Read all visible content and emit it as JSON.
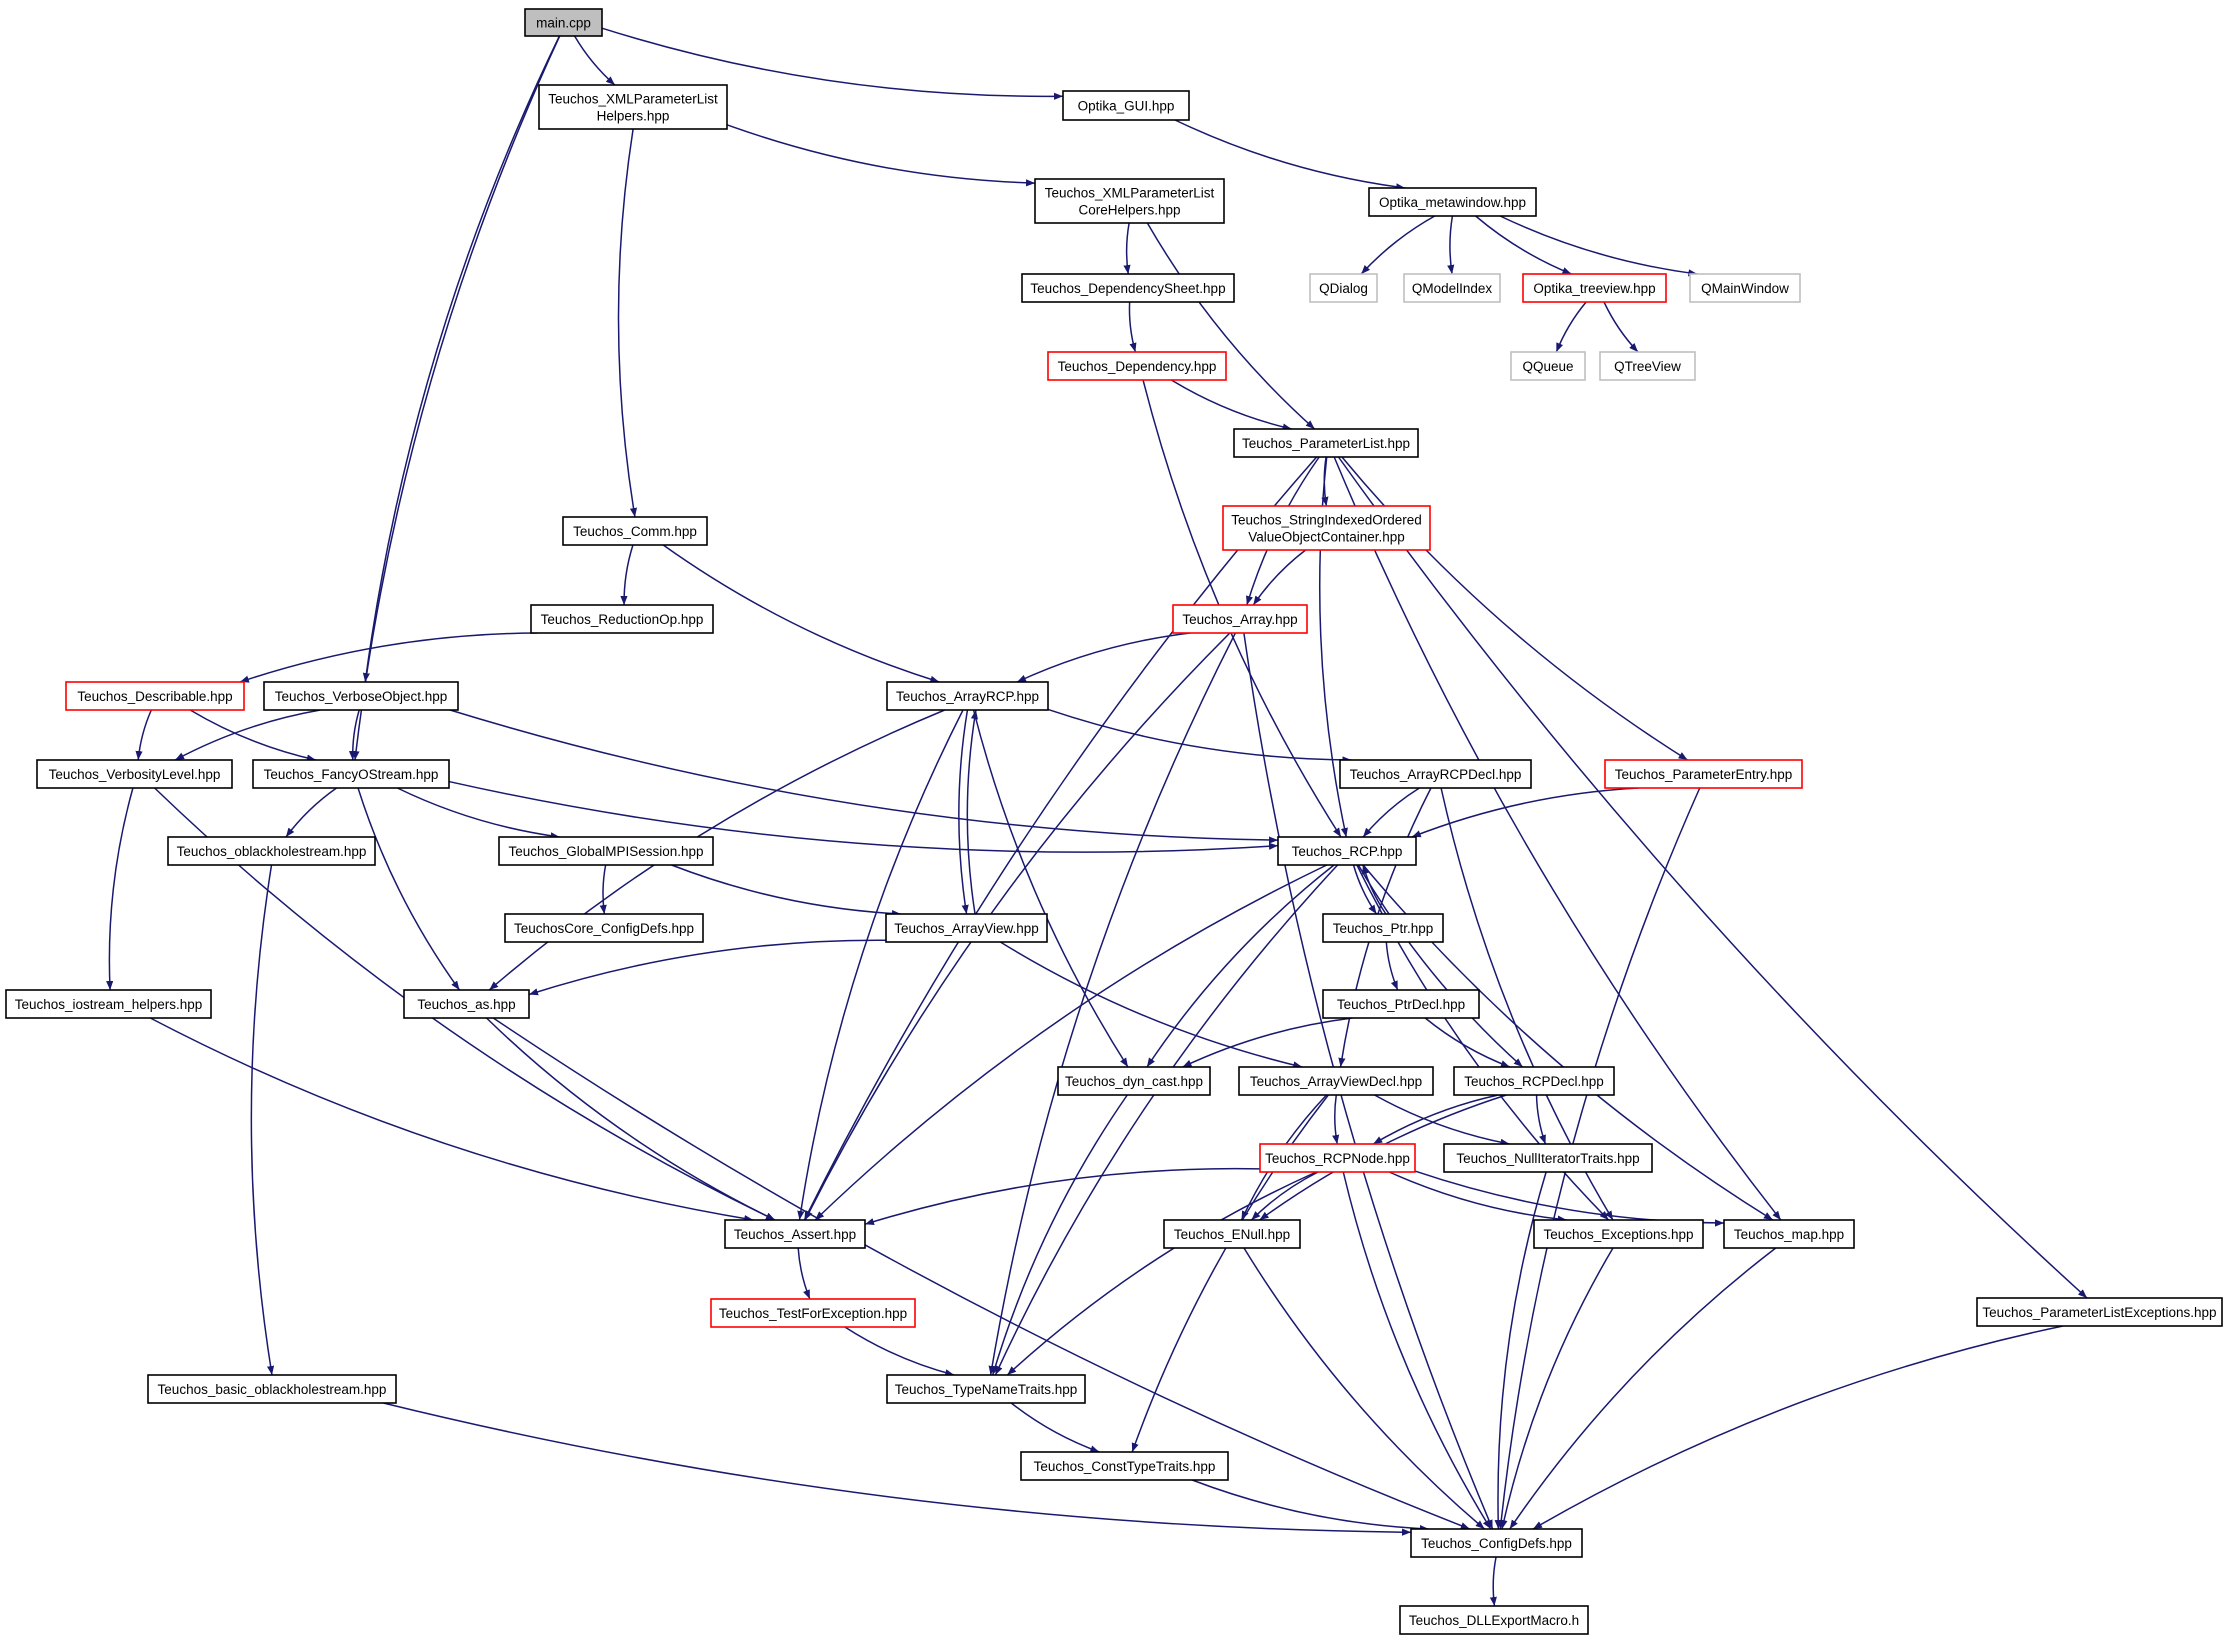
{
  "colors": {
    "edge": "#191970",
    "default_border": "#000000",
    "red_border": "#ff0000",
    "gray_border": "#bfbfbf",
    "root_fill": "#bfbfbf",
    "node_fill": "#ffffff"
  },
  "nodes": [
    {
      "id": "main",
      "lines": [
        "main.cpp"
      ],
      "style": "root"
    },
    {
      "id": "xmlhelpers",
      "lines": [
        "Teuchos_XMLParameterList",
        "Helpers.hpp"
      ],
      "style": "normal"
    },
    {
      "id": "optikagui",
      "lines": [
        "Optika_GUI.hpp"
      ],
      "style": "normal"
    },
    {
      "id": "xmlcore",
      "lines": [
        "Teuchos_XMLParameterList",
        "CoreHelpers.hpp"
      ],
      "style": "normal"
    },
    {
      "id": "metawindow",
      "lines": [
        "Optika_metawindow.hpp"
      ],
      "style": "normal"
    },
    {
      "id": "qdialog",
      "lines": [
        "QDialog"
      ],
      "style": "gray"
    },
    {
      "id": "qmodelindex",
      "lines": [
        "QModelIndex"
      ],
      "style": "gray"
    },
    {
      "id": "treeview",
      "lines": [
        "Optika_treeview.hpp"
      ],
      "style": "red"
    },
    {
      "id": "qmainwindow",
      "lines": [
        "QMainWindow"
      ],
      "style": "gray"
    },
    {
      "id": "depsheet",
      "lines": [
        "Teuchos_DependencySheet.hpp"
      ],
      "style": "normal"
    },
    {
      "id": "qqueue",
      "lines": [
        "QQueue"
      ],
      "style": "gray"
    },
    {
      "id": "qtreeview",
      "lines": [
        "QTreeView"
      ],
      "style": "gray"
    },
    {
      "id": "dependency",
      "lines": [
        "Teuchos_Dependency.hpp"
      ],
      "style": "red"
    },
    {
      "id": "paramlist",
      "lines": [
        "Teuchos_ParameterList.hpp"
      ],
      "style": "normal"
    },
    {
      "id": "stringindexed",
      "lines": [
        "Teuchos_StringIndexedOrdered",
        "ValueObjectContainer.hpp"
      ],
      "style": "red"
    },
    {
      "id": "comm",
      "lines": [
        "Teuchos_Comm.hpp"
      ],
      "style": "normal"
    },
    {
      "id": "reductionop",
      "lines": [
        "Teuchos_ReductionOp.hpp"
      ],
      "style": "normal"
    },
    {
      "id": "array",
      "lines": [
        "Teuchos_Array.hpp"
      ],
      "style": "red"
    },
    {
      "id": "describable",
      "lines": [
        "Teuchos_Describable.hpp"
      ],
      "style": "red"
    },
    {
      "id": "verboseobject",
      "lines": [
        "Teuchos_VerboseObject.hpp"
      ],
      "style": "normal"
    },
    {
      "id": "arrayrcp",
      "lines": [
        "Teuchos_ArrayRCP.hpp"
      ],
      "style": "normal"
    },
    {
      "id": "verbositylevel",
      "lines": [
        "Teuchos_VerbosityLevel.hpp"
      ],
      "style": "normal"
    },
    {
      "id": "fancyostream",
      "lines": [
        "Teuchos_FancyOStream.hpp"
      ],
      "style": "normal"
    },
    {
      "id": "arrayrcpdecl",
      "lines": [
        "Teuchos_ArrayRCPDecl.hpp"
      ],
      "style": "normal"
    },
    {
      "id": "paramentry",
      "lines": [
        "Teuchos_ParameterEntry.hpp"
      ],
      "style": "red"
    },
    {
      "id": "oblackhole",
      "lines": [
        "Teuchos_oblackholestream.hpp"
      ],
      "style": "normal"
    },
    {
      "id": "globalmpi",
      "lines": [
        "Teuchos_GlobalMPISession.hpp"
      ],
      "style": "normal"
    },
    {
      "id": "rcp",
      "lines": [
        "Teuchos_RCP.hpp"
      ],
      "style": "normal"
    },
    {
      "id": "coreconfig",
      "lines": [
        "TeuchosCore_ConfigDefs.hpp"
      ],
      "style": "normal"
    },
    {
      "id": "arrayview",
      "lines": [
        "Teuchos_ArrayView.hpp"
      ],
      "style": "normal"
    },
    {
      "id": "ptr",
      "lines": [
        "Teuchos_Ptr.hpp"
      ],
      "style": "normal"
    },
    {
      "id": "iostreamhelpers",
      "lines": [
        "Teuchos_iostream_helpers.hpp"
      ],
      "style": "normal"
    },
    {
      "id": "as",
      "lines": [
        "Teuchos_as.hpp"
      ],
      "style": "normal"
    },
    {
      "id": "ptrdecl",
      "lines": [
        "Teuchos_PtrDecl.hpp"
      ],
      "style": "normal"
    },
    {
      "id": "dyncast",
      "lines": [
        "Teuchos_dyn_cast.hpp"
      ],
      "style": "normal"
    },
    {
      "id": "arrayviewdecl",
      "lines": [
        "Teuchos_ArrayViewDecl.hpp"
      ],
      "style": "normal"
    },
    {
      "id": "rcpdecl",
      "lines": [
        "Teuchos_RCPDecl.hpp"
      ],
      "style": "normal"
    },
    {
      "id": "rcpnode",
      "lines": [
        "Teuchos_RCPNode.hpp"
      ],
      "style": "red"
    },
    {
      "id": "nulliterator",
      "lines": [
        "Teuchos_NullIteratorTraits.hpp"
      ],
      "style": "normal"
    },
    {
      "id": "assert",
      "lines": [
        "Teuchos_Assert.hpp"
      ],
      "style": "normal"
    },
    {
      "id": "enull",
      "lines": [
        "Teuchos_ENull.hpp"
      ],
      "style": "normal"
    },
    {
      "id": "exceptions",
      "lines": [
        "Teuchos_Exceptions.hpp"
      ],
      "style": "normal"
    },
    {
      "id": "map",
      "lines": [
        "Teuchos_map.hpp"
      ],
      "style": "normal"
    },
    {
      "id": "testforexception",
      "lines": [
        "Teuchos_TestForException.hpp"
      ],
      "style": "red"
    },
    {
      "id": "paramlistexceptions",
      "lines": [
        "Teuchos_ParameterListExceptions.hpp"
      ],
      "style": "normal"
    },
    {
      "id": "basicoblackhole",
      "lines": [
        "Teuchos_basic_oblackholestream.hpp"
      ],
      "style": "normal"
    },
    {
      "id": "typenametraits",
      "lines": [
        "Teuchos_TypeNameTraits.hpp"
      ],
      "style": "normal"
    },
    {
      "id": "consttypetraits",
      "lines": [
        "Teuchos_ConstTypeTraits.hpp"
      ],
      "style": "normal"
    },
    {
      "id": "configdefs",
      "lines": [
        "Teuchos_ConfigDefs.hpp"
      ],
      "style": "normal"
    },
    {
      "id": "dllexport",
      "lines": [
        "Teuchos_DLLExportMacro.h"
      ],
      "style": "normal"
    }
  ],
  "edges": [
    [
      "main",
      "xmlhelpers"
    ],
    [
      "main",
      "optikagui"
    ],
    [
      "main",
      "verboseobject"
    ],
    [
      "main",
      "fancyostream"
    ],
    [
      "xmlhelpers",
      "xmlcore"
    ],
    [
      "xmlhelpers",
      "comm"
    ],
    [
      "optikagui",
      "metawindow"
    ],
    [
      "xmlcore",
      "depsheet"
    ],
    [
      "xmlcore",
      "paramlist"
    ],
    [
      "metawindow",
      "qdialog"
    ],
    [
      "metawindow",
      "qmodelindex"
    ],
    [
      "metawindow",
      "treeview"
    ],
    [
      "metawindow",
      "qmainwindow"
    ],
    [
      "treeview",
      "qqueue"
    ],
    [
      "treeview",
      "qtreeview"
    ],
    [
      "depsheet",
      "dependency"
    ],
    [
      "dependency",
      "paramlist"
    ],
    [
      "dependency",
      "rcp"
    ],
    [
      "paramlist",
      "stringindexed"
    ],
    [
      "paramlist",
      "array"
    ],
    [
      "paramlist",
      "rcp"
    ],
    [
      "paramlist",
      "assert"
    ],
    [
      "paramlist",
      "paramentry"
    ],
    [
      "paramlist",
      "map"
    ],
    [
      "paramlist",
      "paramlistexceptions"
    ],
    [
      "stringindexed",
      "array"
    ],
    [
      "comm",
      "reductionop"
    ],
    [
      "comm",
      "arrayrcp"
    ],
    [
      "reductionop",
      "describable"
    ],
    [
      "array",
      "arrayrcp"
    ],
    [
      "array",
      "assert"
    ],
    [
      "array",
      "typenametraits"
    ],
    [
      "array",
      "configdefs"
    ],
    [
      "describable",
      "verbositylevel"
    ],
    [
      "describable",
      "fancyostream"
    ],
    [
      "verboseobject",
      "verbositylevel"
    ],
    [
      "verboseobject",
      "fancyostream"
    ],
    [
      "verboseobject",
      "rcp"
    ],
    [
      "arrayrcp",
      "arrayrcpdecl"
    ],
    [
      "arrayrcp",
      "arrayview"
    ],
    [
      "arrayrcp",
      "assert"
    ],
    [
      "arrayrcp",
      "as"
    ],
    [
      "arrayrcp",
      "dyncast"
    ],
    [
      "arrayview",
      "arrayrcp"
    ],
    [
      "verbositylevel",
      "iostreamhelpers"
    ],
    [
      "verbositylevel",
      "assert"
    ],
    [
      "fancyostream",
      "oblackhole"
    ],
    [
      "fancyostream",
      "globalmpi"
    ],
    [
      "fancyostream",
      "rcp"
    ],
    [
      "fancyostream",
      "as"
    ],
    [
      "arrayrcpdecl",
      "rcp"
    ],
    [
      "arrayrcpdecl",
      "arrayviewdecl"
    ],
    [
      "arrayrcpdecl",
      "exceptions"
    ],
    [
      "paramentry",
      "rcp"
    ],
    [
      "paramentry",
      "configdefs"
    ],
    [
      "oblackhole",
      "basicoblackhole"
    ],
    [
      "globalmpi",
      "coreconfig"
    ],
    [
      "globalmpi",
      "arrayview"
    ],
    [
      "rcp",
      "ptr"
    ],
    [
      "rcp",
      "rcpdecl"
    ],
    [
      "rcp",
      "assert"
    ],
    [
      "rcp",
      "dyncast"
    ],
    [
      "rcp",
      "typenametraits"
    ],
    [
      "rcp",
      "exceptions"
    ],
    [
      "rcp",
      "map"
    ],
    [
      "ptr",
      "rcp"
    ],
    [
      "ptr",
      "ptrdecl"
    ],
    [
      "arrayview",
      "as"
    ],
    [
      "arrayview",
      "arrayviewdecl"
    ],
    [
      "iostreamhelpers",
      "assert"
    ],
    [
      "as",
      "assert"
    ],
    [
      "as",
      "configdefs"
    ],
    [
      "ptrdecl",
      "dyncast"
    ],
    [
      "ptrdecl",
      "rcpdecl"
    ],
    [
      "dyncast",
      "typenametraits"
    ],
    [
      "arrayviewdecl",
      "rcpnode"
    ],
    [
      "arrayviewdecl",
      "nulliterator"
    ],
    [
      "arrayviewdecl",
      "enull"
    ],
    [
      "arrayviewdecl",
      "consttypetraits"
    ],
    [
      "rcpdecl",
      "rcpnode"
    ],
    [
      "rcpdecl",
      "nulliterator"
    ],
    [
      "rcpdecl",
      "enull"
    ],
    [
      "rcpnode",
      "assert"
    ],
    [
      "rcpnode",
      "enull"
    ],
    [
      "rcpnode",
      "exceptions"
    ],
    [
      "rcpnode",
      "map"
    ],
    [
      "rcpnode",
      "typenametraits"
    ],
    [
      "rcpnode",
      "configdefs"
    ],
    [
      "nulliterator",
      "configdefs"
    ],
    [
      "assert",
      "testforexception"
    ],
    [
      "enull",
      "configdefs"
    ],
    [
      "exceptions",
      "configdefs"
    ],
    [
      "map",
      "configdefs"
    ],
    [
      "testforexception",
      "typenametraits"
    ],
    [
      "paramlistexceptions",
      "configdefs"
    ],
    [
      "basicoblackhole",
      "configdefs"
    ],
    [
      "typenametraits",
      "consttypetraits"
    ],
    [
      "consttypetraits",
      "configdefs"
    ],
    [
      "configdefs",
      "dllexport"
    ]
  ]
}
